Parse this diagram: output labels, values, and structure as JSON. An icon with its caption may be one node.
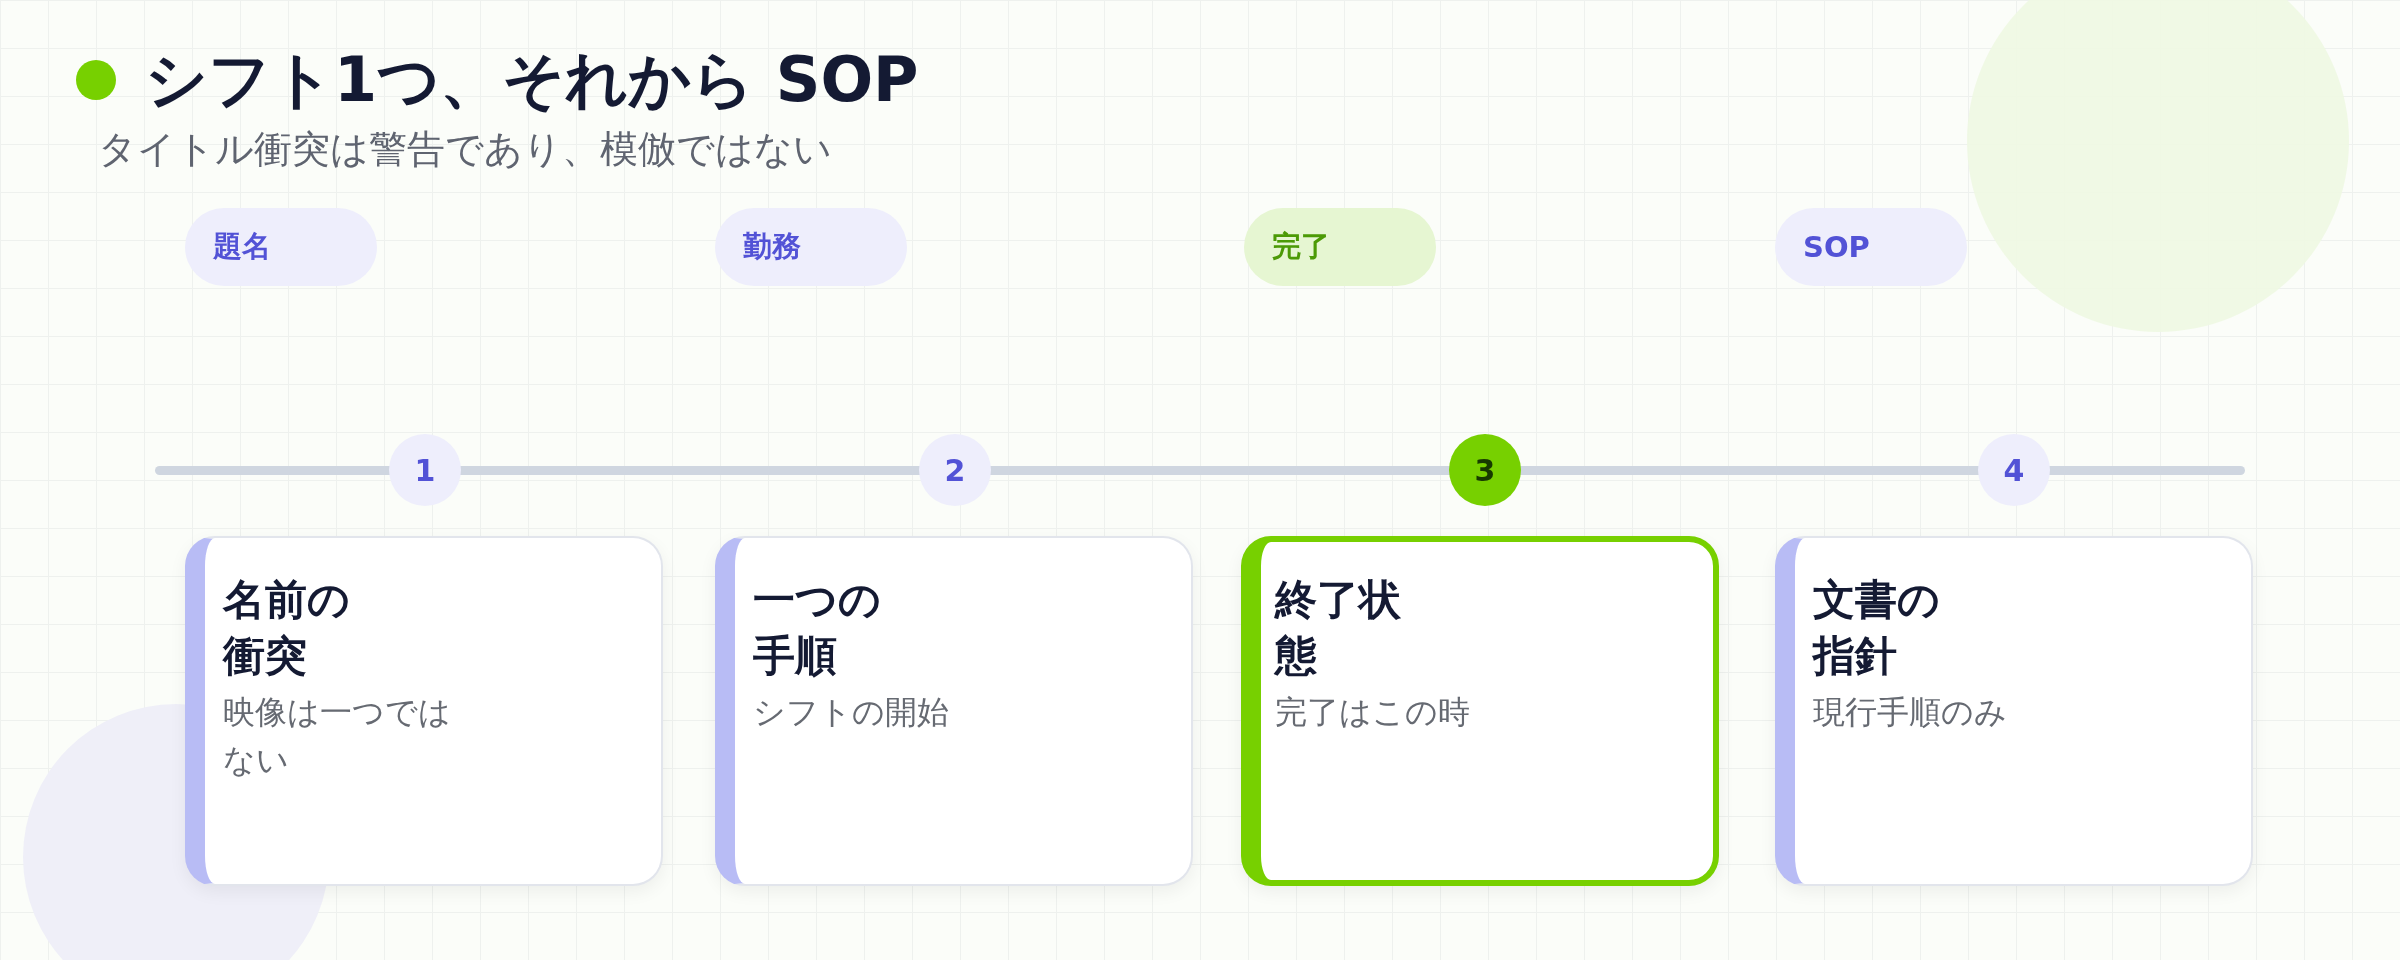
{
  "diagram": {
    "title": "シフト1つ、それから SOP",
    "nodes": [
      {
        "text": [
          "題名"
        ]
      },
      {
        "text": [
          "勤務"
        ]
      },
      {
        "text": [
          "完了"
        ]
      },
      {
        "text": [
          "SOP"
        ]
      },
      {
        "text": [
          "1"
        ]
      },
      {
        "text": [
          "2"
        ]
      },
      {
        "text": [
          "3"
        ]
      },
      {
        "text": [
          "4"
        ]
      },
      {
        "text": [
          "名前の衝突",
          "映像は一つではない"
        ]
      },
      {
        "text": [
          "一つの手順",
          "シフトの開始"
        ]
      },
      {
        "text": [
          "終了状態",
          "完了はこの時"
        ]
      },
      {
        "text": [
          "文書の指針",
          "現行手順のみ"
        ]
      }
    ],
    "labels": [
      "タイトル衝突は警告であり、模倣ではない"
    ]
  }
}
